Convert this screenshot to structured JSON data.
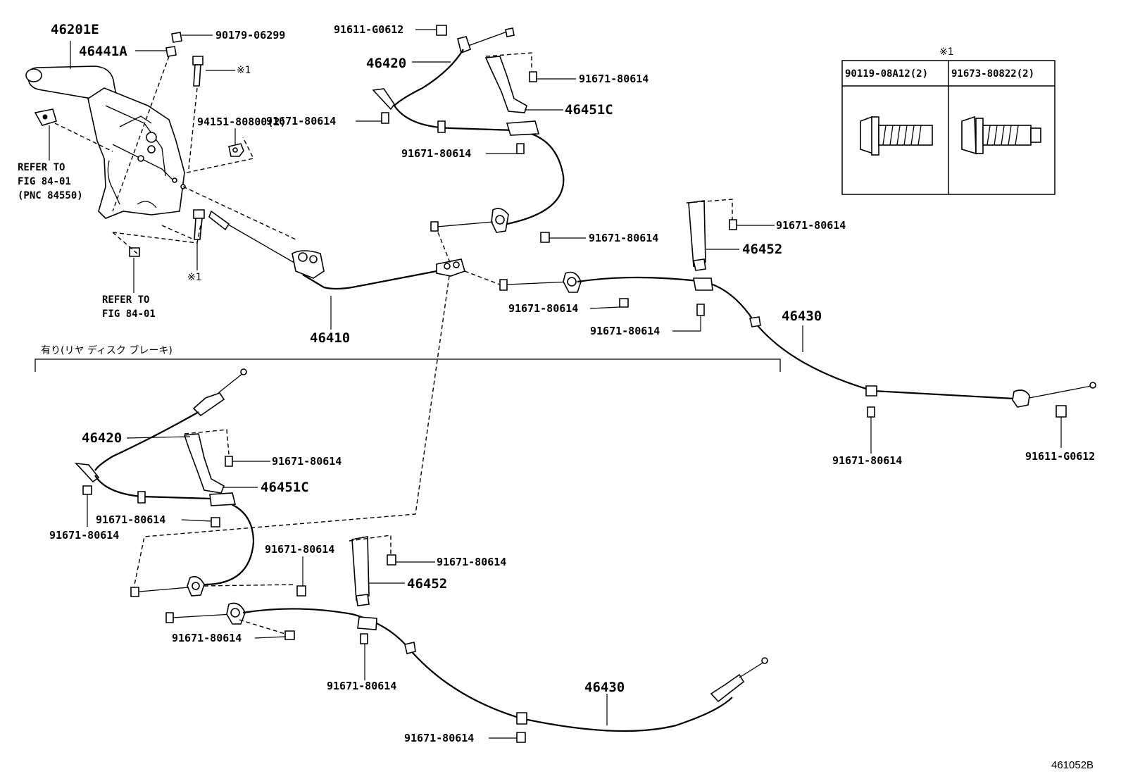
{
  "figure_id": "461052B",
  "section_label": "有り(リヤ ディスク ブレーキ)",
  "callout_symbol": "※1",
  "table": {
    "title": "※1",
    "headers": [
      "90119-08A12(2)",
      "91673-80822(2)"
    ]
  },
  "notes": {
    "refer_to_1": [
      "REFER TO",
      "FIG 84-01",
      "(PNC 84550)"
    ],
    "refer_to_2": [
      "REFER TO",
      "FIG 84-01"
    ]
  },
  "parts": {
    "lever": "46201E",
    "grip": "46441A",
    "clip": "90179-06299",
    "bolt_note": "※1",
    "nut": "94151-80800(2)",
    "front_cable": "46410",
    "cable_left_upper": "46420",
    "cable_left_lower": "46420",
    "bracket_c_upper": "46451C",
    "bracket_c_lower": "46451C",
    "bracket_upper": "46452",
    "bracket_lower": "46452",
    "cable_right_upper": "46430",
    "cable_right_lower": "46430",
    "clip_top": "91611-G0612",
    "clip_right": "91611-G0612",
    "bolt": "91671-80614"
  }
}
